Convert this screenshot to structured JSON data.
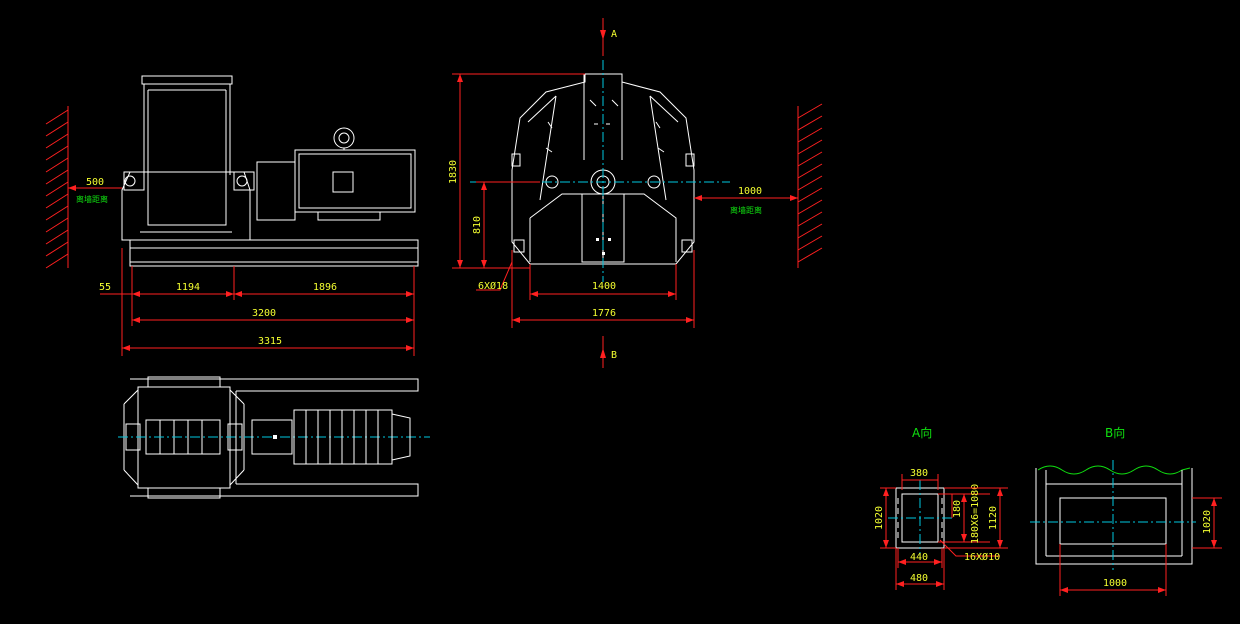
{
  "side_view": {
    "dim_1194": "1194",
    "dim_1896": "1896",
    "dim_55": "55",
    "dim_3200": "3200",
    "dim_3315": "3315",
    "dim_500": "500",
    "wall_label": "离墙距离"
  },
  "front_view": {
    "dim_1830": "1830",
    "dim_810": "810",
    "dim_1400": "1400",
    "dim_1776": "1776",
    "holes": "6XØ18",
    "dim_1000": "1000",
    "wall_label": "离墙距离",
    "section_a": "A",
    "section_b": "B"
  },
  "view_a": {
    "title": "A向",
    "dim_380": "380",
    "dim_1020": "1020",
    "dim_180": "180",
    "dim_180x6": "180X6=1080",
    "dim_1120": "1120",
    "dim_440": "440",
    "dim_480": "480",
    "holes": "16XØ10"
  },
  "view_b": {
    "title": "B向",
    "dim_1020": "1020",
    "dim_1000": "1000"
  },
  "colors": {
    "background": "#000000",
    "outline": "#ffffff",
    "dimension": "#ff2020",
    "dimension_text": "#f4ff30",
    "note_text": "#10e010",
    "centerline": "#00c8e0"
  }
}
